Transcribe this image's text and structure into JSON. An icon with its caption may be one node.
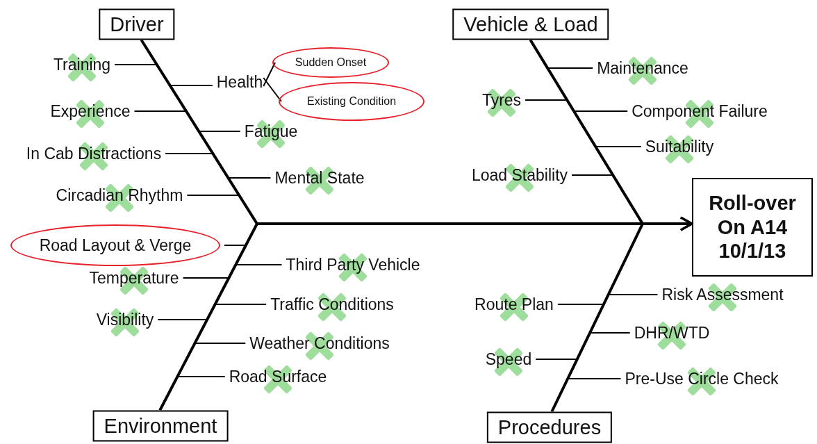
{
  "diagram": {
    "nodes": [
      {
        "text": [
          "Driver"
        ]
      },
      {
        "text": [
          "Vehicle & Load"
        ]
      },
      {
        "text": [
          "Roll-over On A14 10/1/13"
        ]
      },
      {
        "text": [
          "Training"
        ]
      },
      {
        "text": [
          "Health"
        ]
      },
      {
        "text": [
          "Sudden Onset"
        ]
      },
      {
        "text": [
          "Existing Condition"
        ]
      },
      {
        "text": [
          "Experience"
        ]
      },
      {
        "text": [
          "Fatigue"
        ]
      },
      {
        "text": [
          "In Cab Distractions"
        ]
      },
      {
        "text": [
          "Mental State"
        ]
      },
      {
        "text": [
          "Circadian Rhythm"
        ]
      },
      {
        "text": [
          "Maintenance"
        ]
      },
      {
        "text": [
          "Tyres"
        ]
      },
      {
        "text": [
          "Component Failure"
        ]
      },
      {
        "text": [
          "Suitability"
        ]
      },
      {
        "text": [
          "Load Stability"
        ]
      },
      {
        "text": [
          "Road Layout & Verge"
        ]
      },
      {
        "text": [
          "Third Party Vehicle"
        ]
      },
      {
        "text": [
          "Temperature"
        ]
      },
      {
        "text": [
          "Traffic Conditions"
        ]
      },
      {
        "text": [
          "Visibility"
        ]
      },
      {
        "text": [
          "Weather Conditions"
        ]
      },
      {
        "text": [
          "Road Surface"
        ]
      },
      {
        "text": [
          "Risk Assessment"
        ]
      },
      {
        "text": [
          "Route Plan"
        ]
      },
      {
        "text": [
          "DHR/WTD"
        ]
      },
      {
        "text": [
          "Speed"
        ]
      },
      {
        "text": [
          "Pre-Use Circle Check"
        ]
      },
      {
        "text": [
          "Environment"
        ]
      },
      {
        "text": [
          "Procedures"
        ]
      }
    ],
    "edges": [
      {
        "from": 0,
        "to": 2,
        "arrow": "to",
        "style": "thick"
      },
      {
        "from": 1,
        "to": 2,
        "arrow": "to",
        "style": "thick"
      },
      {
        "from": 29,
        "to": 2,
        "arrow": "to",
        "style": "thick"
      },
      {
        "from": 30,
        "to": 2,
        "arrow": "to",
        "style": "thick"
      },
      {
        "from": 3,
        "to": null,
        "arrow": "none"
      },
      {
        "from": 4,
        "to": null,
        "arrow": "none"
      },
      {
        "from": 4,
        "to": 5,
        "arrow": "none"
      },
      {
        "from": 4,
        "to": 6,
        "arrow": "none"
      },
      {
        "from": 7,
        "to": null,
        "arrow": "none"
      },
      {
        "from": 8,
        "to": null,
        "arrow": "none"
      },
      {
        "from": 9,
        "to": null,
        "arrow": "none"
      },
      {
        "from": 10,
        "to": null,
        "arrow": "none"
      },
      {
        "from": 11,
        "to": null,
        "arrow": "none"
      },
      {
        "from": 12,
        "to": null,
        "arrow": "none"
      },
      {
        "from": 13,
        "to": null,
        "arrow": "none"
      },
      {
        "from": 14,
        "to": null,
        "arrow": "none"
      },
      {
        "from": 15,
        "to": null,
        "arrow": "none"
      },
      {
        "from": 16,
        "to": null,
        "arrow": "none"
      },
      {
        "from": 17,
        "to": null,
        "arrow": "none"
      },
      {
        "from": 18,
        "to": null,
        "arrow": "none"
      },
      {
        "from": 19,
        "to": null,
        "arrow": "none"
      },
      {
        "from": 20,
        "to": null,
        "arrow": "none"
      },
      {
        "from": 21,
        "to": null,
        "arrow": "none"
      },
      {
        "from": 22,
        "to": null,
        "arrow": "none"
      },
      {
        "from": 23,
        "to": null,
        "arrow": "none"
      },
      {
        "from": 24,
        "to": null,
        "arrow": "none"
      },
      {
        "from": 25,
        "to": null,
        "arrow": "none"
      },
      {
        "from": 26,
        "to": null,
        "arrow": "none"
      },
      {
        "from": 27,
        "to": null,
        "arrow": "none"
      },
      {
        "from": 28,
        "to": null,
        "arrow": "none"
      }
    ]
  }
}
